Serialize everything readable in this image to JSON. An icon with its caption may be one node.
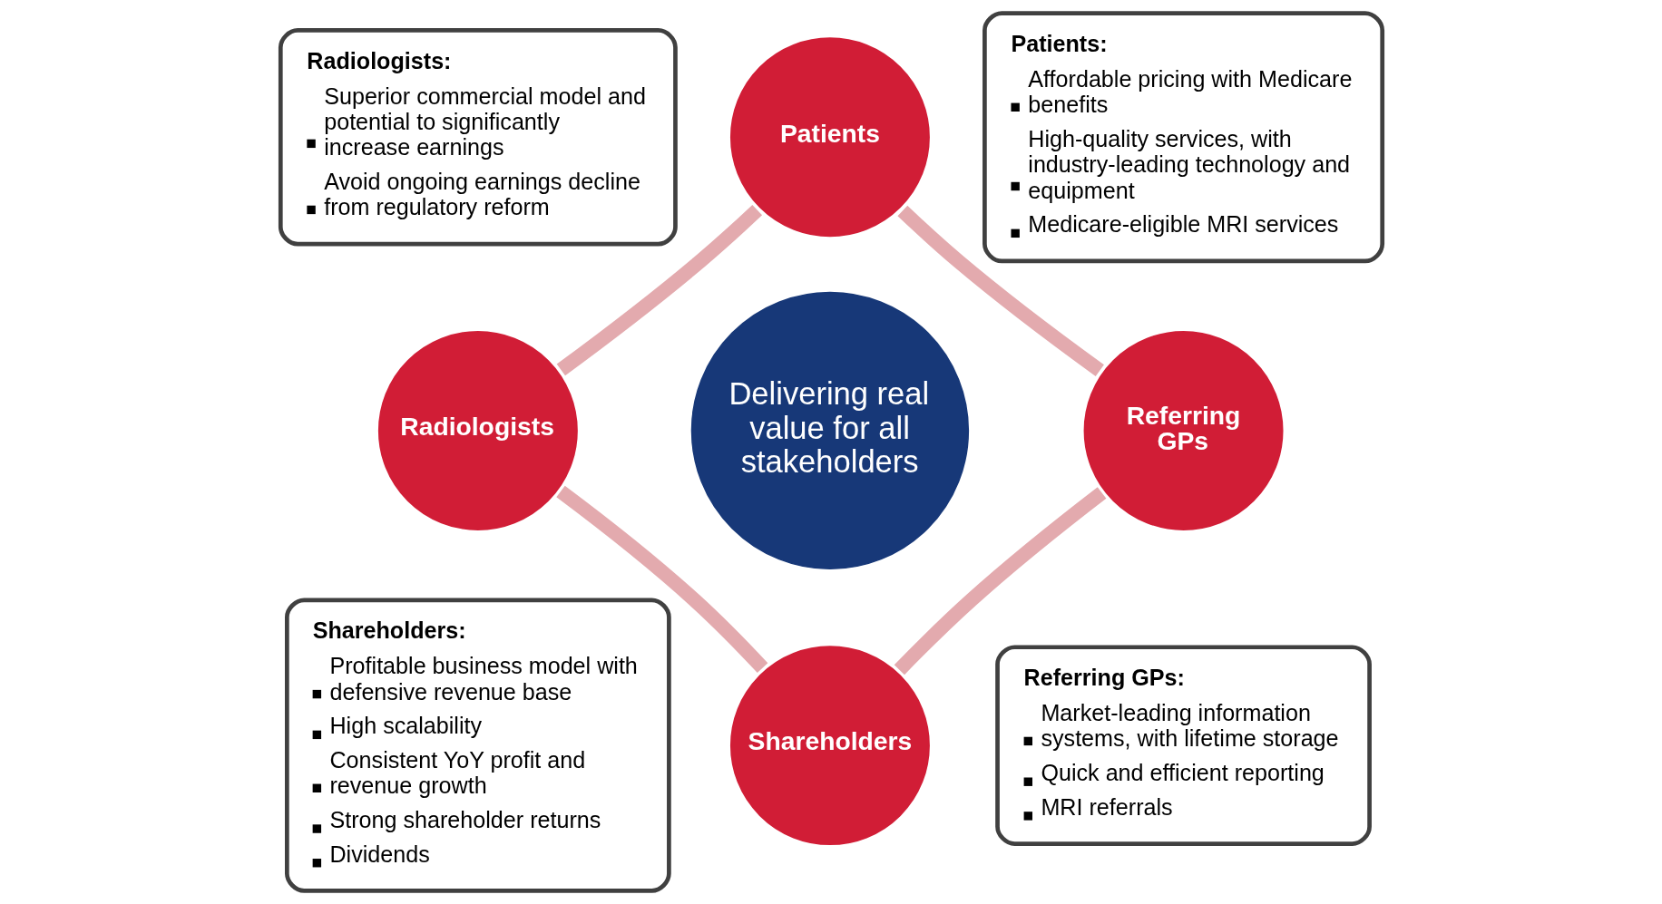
{
  "diagram": {
    "nodes": [
      {
        "text": [
          "Radiologists:",
          "Superior commercial model and potential to significantly increase earnings",
          "Avoid ongoing earnings decline from regulatory reform"
        ]
      },
      {
        "text": [
          "Patients"
        ]
      },
      {
        "text": [
          "Patients:",
          "Affordable pricing with Medicare benefits",
          "High-quality services, with industry-leading technology and equipment",
          "Medicare-eligible MRI services"
        ]
      },
      {
        "text": [
          "Radiologists"
        ]
      },
      {
        "text": [
          "Delivering real value for all stakeholders"
        ]
      },
      {
        "text": [
          "Referring GPs"
        ]
      },
      {
        "text": [
          "Shareholders:",
          "Profitable business model with defensive revenue base",
          "High scalability",
          "Consistent YoY profit and revenue growth",
          "Strong shareholder returns",
          "Dividends"
        ]
      },
      {
        "text": [
          "Shareholders"
        ]
      },
      {
        "text": [
          "Referring GPs:",
          "Market-leading information systems, with lifetime storage",
          "Quick and efficient reporting",
          "MRI referrals"
        ]
      }
    ],
    "edges": [
      {
        "from": 1,
        "to": 5,
        "arrow": "none"
      },
      {
        "from": 5,
        "to": 7,
        "arrow": "none"
      },
      {
        "from": 7,
        "to": 3,
        "arrow": "none"
      },
      {
        "from": 3,
        "to": 1,
        "arrow": "none"
      }
    ]
  }
}
